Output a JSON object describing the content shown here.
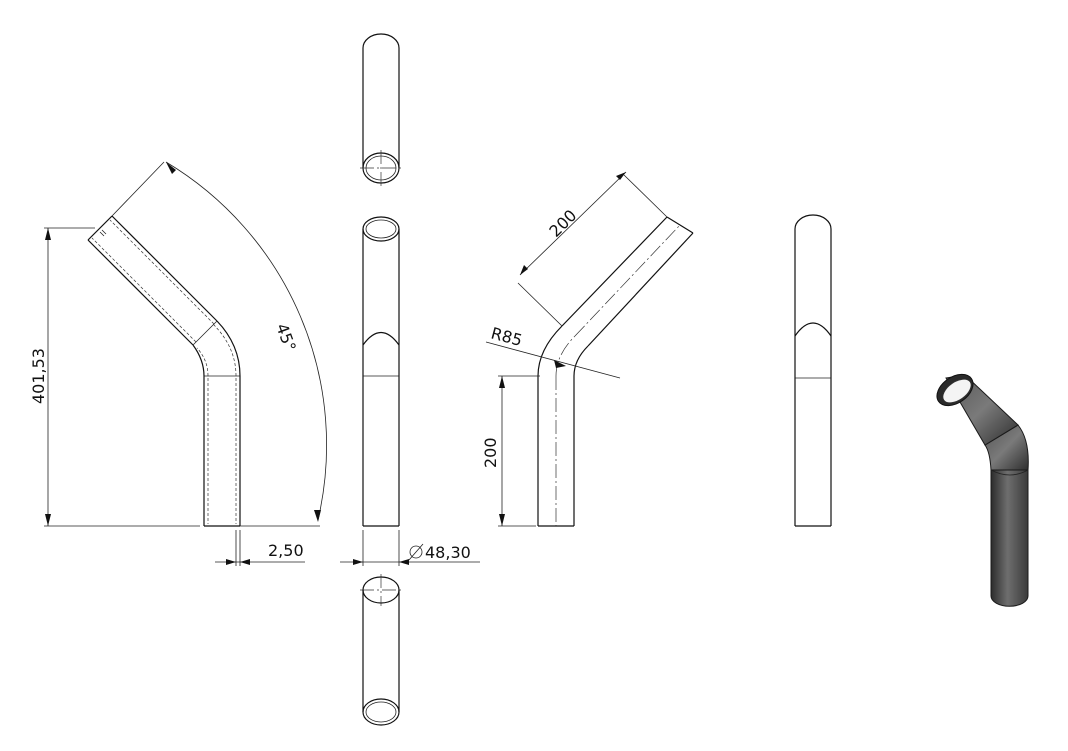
{
  "dimensions": {
    "height": "401,53",
    "angle": "45°",
    "wall_thickness": "2,50",
    "diameter": "48,30",
    "length_upper": "200",
    "length_lower": "200",
    "bend_radius": "R85"
  },
  "symbols": {
    "diameter_symbol": "diameter-icon"
  },
  "colors": {
    "line": "#111111",
    "pipe_shade_dark": "#3a3a3a",
    "pipe_shade_light": "#8a8a8a"
  }
}
